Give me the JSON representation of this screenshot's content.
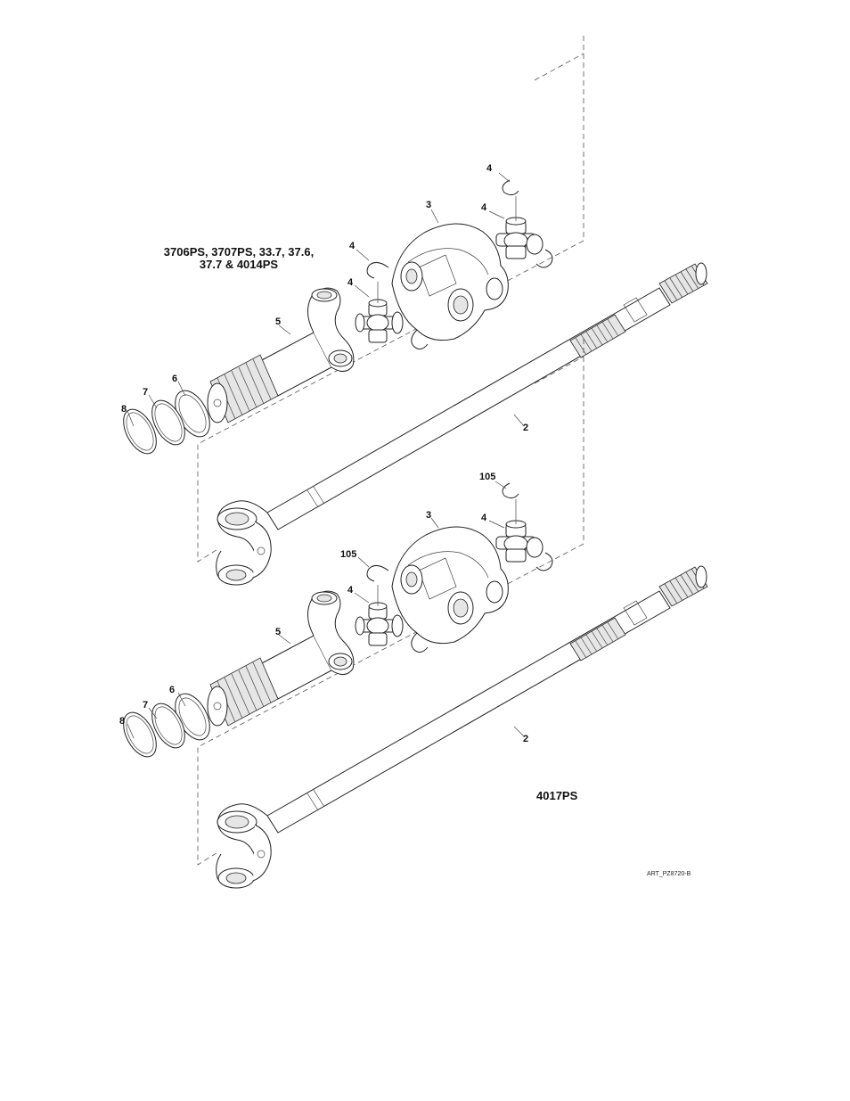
{
  "top_group": {
    "model_lines": [
      "3706PS, 3707PS, 33.7, 37.6,",
      "37.7 & 4014PS"
    ],
    "callouts": {
      "c2": "2",
      "c3": "3",
      "c4a": "4",
      "c4b": "4",
      "c4c": "4",
      "c4d": "4",
      "c5": "5",
      "c6": "6",
      "c7": "7",
      "c8": "8"
    }
  },
  "bottom_group": {
    "model_label": "4017PS",
    "callouts": {
      "c2": "2",
      "c3": "3",
      "c4a": "4",
      "c4b": "4",
      "c105a": "105",
      "c105b": "105",
      "c5": "5",
      "c6": "6",
      "c7": "7",
      "c8": "8"
    }
  },
  "art_id": "ART_PZ8720-B"
}
